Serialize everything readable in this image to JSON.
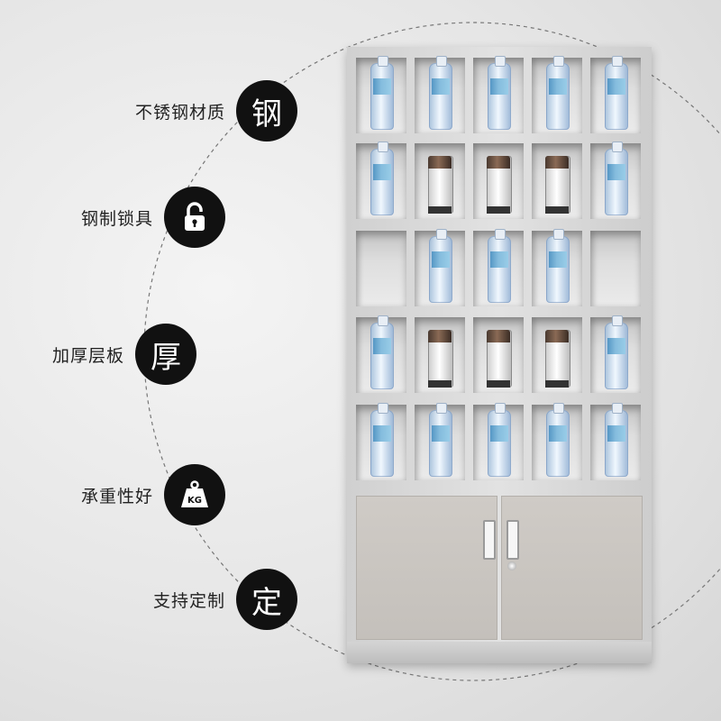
{
  "features": [
    {
      "label": "不锈钢材质",
      "badge_text": "钢",
      "icon": "steel-character"
    },
    {
      "label": "钢制锁具",
      "badge_text": "",
      "icon": "padlock-icon"
    },
    {
      "label": "加厚层板",
      "badge_text": "厚",
      "icon": "thick-character"
    },
    {
      "label": "承重性好",
      "badge_text": "KG",
      "icon": "weight-icon"
    },
    {
      "label": "支持定制",
      "badge_text": "定",
      "icon": "custom-character"
    }
  ],
  "cabinet": {
    "rows": [
      [
        "bottle",
        "bottle",
        "bottle",
        "bottle",
        "bottle"
      ],
      [
        "bottle",
        "cup",
        "cup",
        "cup",
        "bottle"
      ],
      [
        "empty",
        "bottle",
        "bottle",
        "bottle",
        "empty"
      ],
      [
        "bottle",
        "cup",
        "cup",
        "cup",
        "bottle"
      ],
      [
        "bottle",
        "bottle",
        "bottle",
        "bottle",
        "bottle"
      ]
    ]
  },
  "colors": {
    "badge": "#111111",
    "background": "#e6e6e6",
    "cabinet": "#d8d8d8"
  }
}
